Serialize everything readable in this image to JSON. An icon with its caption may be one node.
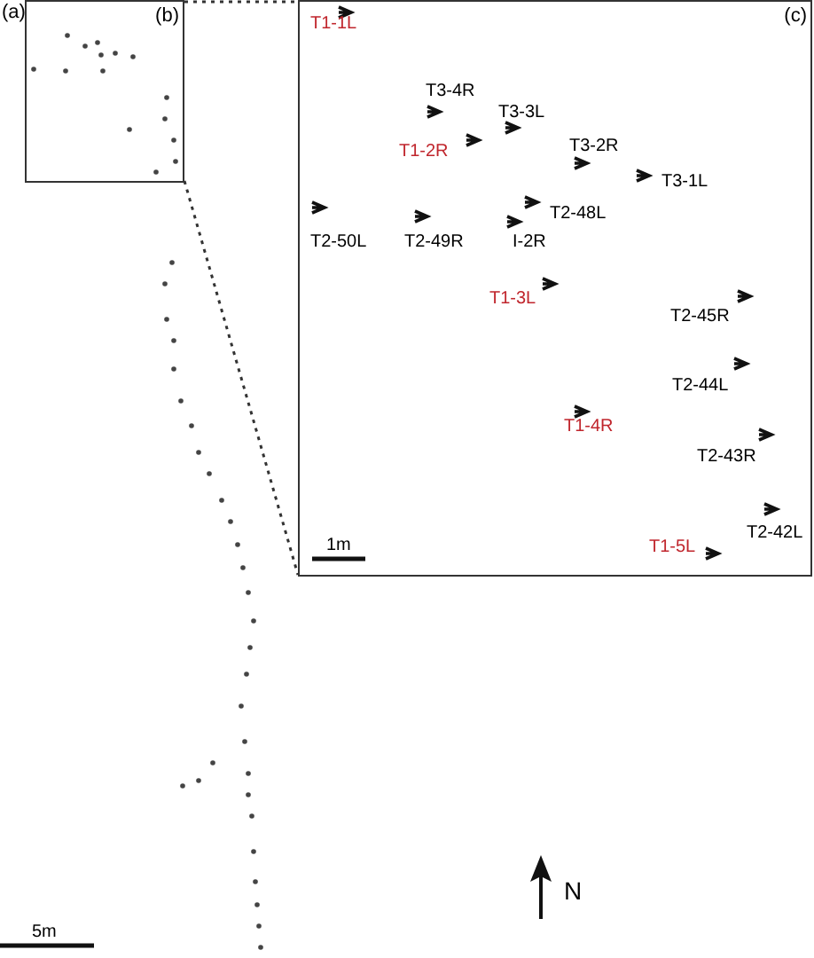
{
  "diagram": {
    "nodes": [
      {
        "text": [
          "(b)"
        ]
      },
      {
        "text": [
          "(c)"
        ]
      }
    ],
    "edges": [
      {
        "from": 0,
        "to": 1,
        "arrow": "none",
        "style": "dashed"
      },
      {
        "from": 0,
        "to": 1,
        "arrow": "none",
        "style": "dashed"
      }
    ],
    "labels": [
      "(a)",
      "T1-1L",
      "T3-4R",
      "T3-3L",
      "T1-2R",
      "T3-2R",
      "T3-1L",
      "T2-48L",
      "T2-50L",
      "T2-49R",
      "I-2R",
      "T1-3L",
      "T2-45R",
      "T2-44L",
      "T1-4R",
      "T2-43R",
      "T2-42L",
      "1m",
      "T1-5L",
      "N",
      "5m"
    ]
  }
}
